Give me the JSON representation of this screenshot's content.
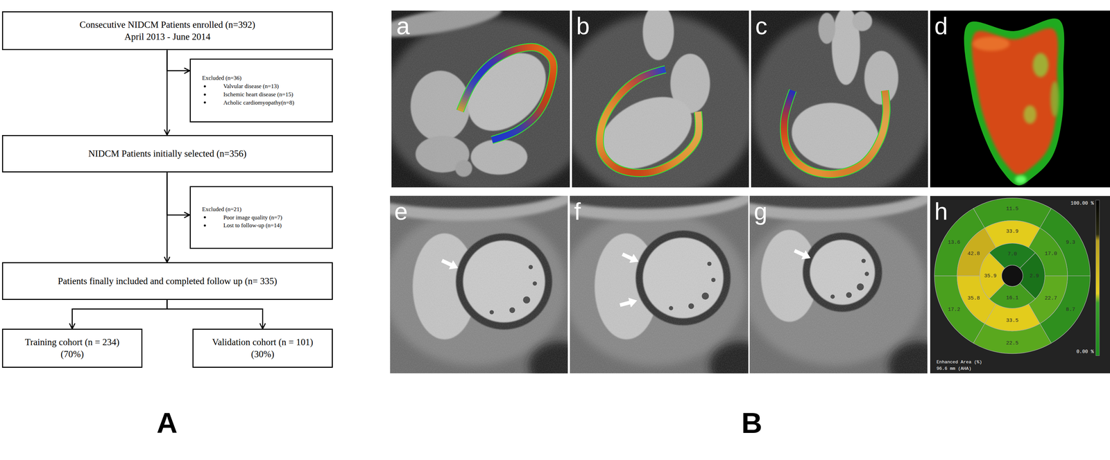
{
  "diagram": {
    "nodes": [
      {
        "text": [
          "Consecutive NIDCM Patients enrolled (n=392) April 2013 - June 2014"
        ]
      },
      {
        "text": [
          "Excluded (n=36)",
          "Valvular disease (n=13)",
          "Ischemic heart disease (n=15)",
          "Acholic cardiomyopathy(n=8)"
        ]
      },
      {
        "text": [
          "NIDCM Patients initially selected (n=356)"
        ]
      },
      {
        "text": [
          "Excluded (n=21)",
          "Poor image quality (n=7)",
          "Lost to follow-up (n=14)"
        ]
      },
      {
        "text": [
          "Patients finally included and completed follow up (n= 335)"
        ]
      },
      {
        "text": [
          "Training cohort (n = 234)",
          "(70%)"
        ]
      },
      {
        "text": [
          "Validation cohort (n = 101)",
          "(30%)"
        ]
      }
    ],
    "edges": [
      {
        "from": 0,
        "to": 1,
        "arrow": "to"
      },
      {
        "from": 0,
        "to": 2,
        "arrow": "to"
      },
      {
        "from": 2,
        "to": 3,
        "arrow": "to"
      },
      {
        "from": 2,
        "to": 4,
        "arrow": "to"
      },
      {
        "from": 4,
        "to": 5,
        "arrow": "to"
      },
      {
        "from": 4,
        "to": 6,
        "arrow": "to"
      }
    ],
    "labels": [
      "A",
      "B",
      "a",
      "b",
      "c",
      "d",
      "e",
      "f",
      "g",
      "h",
      "11.5",
      "9.3",
      "8.7",
      "22.5",
      "17.2",
      "13.6",
      "33.9",
      "17.0",
      "22.7",
      "33.5",
      "35.8",
      "42.8",
      "7.0",
      "2.9",
      "16.1",
      "35.9",
      "100.00 %",
      "0.00 %",
      "Enhanced Area (%)",
      "96.6 mm (AHA)"
    ]
  }
}
